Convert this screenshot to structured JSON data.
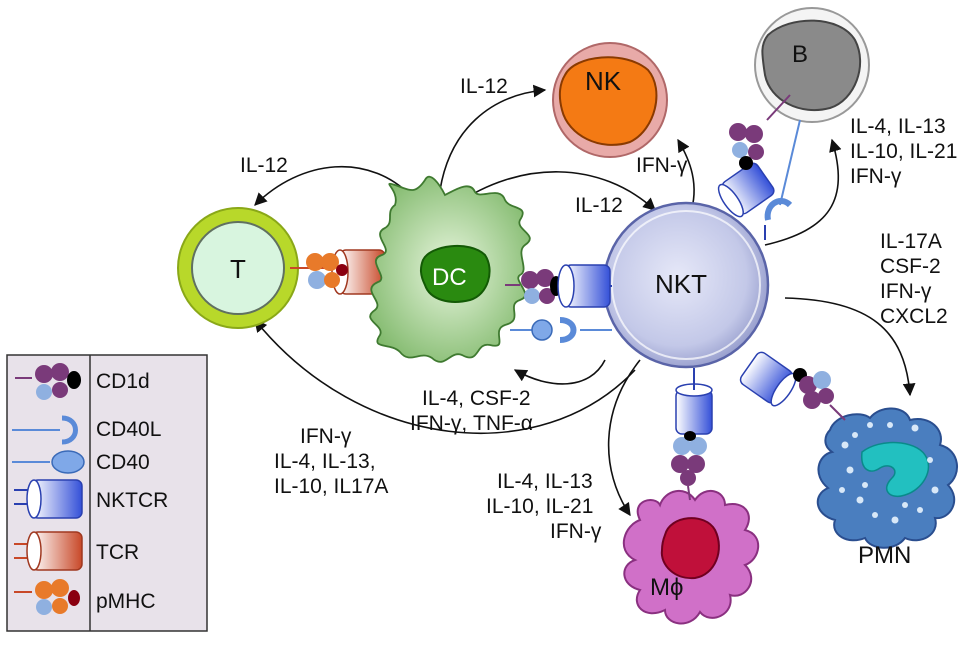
{
  "cells": {
    "t": "T",
    "dc": "DC",
    "nk": "NK",
    "b": "B",
    "nkt": "NKT",
    "macrophage": "Mϕ",
    "pmn": "PMN"
  },
  "cytokines": {
    "dc_to_t": "IL-12",
    "dc_to_nk": "IL-12",
    "dc_to_nkt": "IL-12",
    "nkt_to_nk": "IFN-γ",
    "nkt_to_b": [
      "IL-4, IL-13",
      "IL-10, IL-21",
      "IFN-γ"
    ],
    "nkt_to_pmn": [
      "IL-17A",
      "CSF-2",
      "IFN-γ",
      "CXCL2"
    ],
    "nkt_to_dc": [
      "IL-4, CSF-2",
      "IFN-γ, TNF-α"
    ],
    "nkt_to_t": [
      "IFN-γ",
      "IL-4, IL-13,",
      "IL-10,  IL17A"
    ],
    "nkt_to_macrophage": [
      "IL-4, IL-13",
      "IL-10, IL-21",
      "IFN-γ"
    ]
  },
  "legend": {
    "items": [
      "CD1d",
      "CD40L",
      "CD40",
      "NKTCR",
      "TCR",
      "pMHC"
    ]
  },
  "colors": {
    "t_ring": "#b8d82a",
    "t_inner": "#d8f5df",
    "nk_ring": "#e8aaa8",
    "nk_inner": "#f47a14",
    "b_ring": "#f2f2f2",
    "b_inner": "#8a8a8a",
    "dc_body": "#8ec07a",
    "dc_nucleus": "#2a8a10",
    "nkt_body": "#c8cfe8",
    "macrophage_body": "#d070c8",
    "macrophage_nucleus": "#c0103a",
    "pmn_body": "#4a7ebf",
    "pmn_nucleus": "#22c0c0",
    "cd1d": "#7a3a7a",
    "nktcr": "#4a64e0",
    "tcr": "#d05030",
    "pmhc_orange": "#e87a2a",
    "legend_bg": "#e8e2ea"
  }
}
